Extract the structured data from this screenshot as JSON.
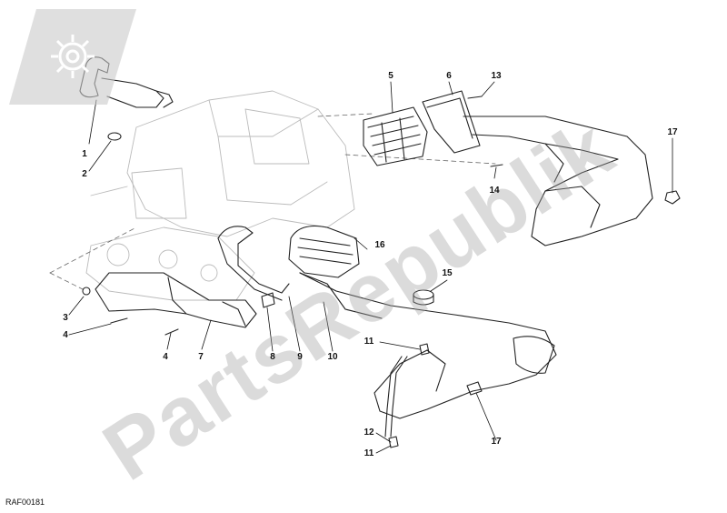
{
  "diagram": {
    "reference_code": "RAF00181",
    "watermark_text": "PartsRepublik",
    "watermark_color": "#a0a0a0",
    "line_color": "#222222",
    "callouts": [
      {
        "id": "c1",
        "label": "1"
      },
      {
        "id": "c2",
        "label": "2"
      },
      {
        "id": "c3",
        "label": "3"
      },
      {
        "id": "c4a",
        "label": "4"
      },
      {
        "id": "c4b",
        "label": "4"
      },
      {
        "id": "c5",
        "label": "5"
      },
      {
        "id": "c6",
        "label": "6"
      },
      {
        "id": "c7",
        "label": "7"
      },
      {
        "id": "c8",
        "label": "8"
      },
      {
        "id": "c9",
        "label": "9"
      },
      {
        "id": "c10",
        "label": "10"
      },
      {
        "id": "c11a",
        "label": "11"
      },
      {
        "id": "c11b",
        "label": "11"
      },
      {
        "id": "c12",
        "label": "12"
      },
      {
        "id": "c13",
        "label": "13"
      },
      {
        "id": "c14",
        "label": "14"
      },
      {
        "id": "c15",
        "label": "15"
      },
      {
        "id": "c16",
        "label": "16"
      },
      {
        "id": "c17a",
        "label": "17"
      },
      {
        "id": "c17b",
        "label": "17"
      }
    ]
  }
}
